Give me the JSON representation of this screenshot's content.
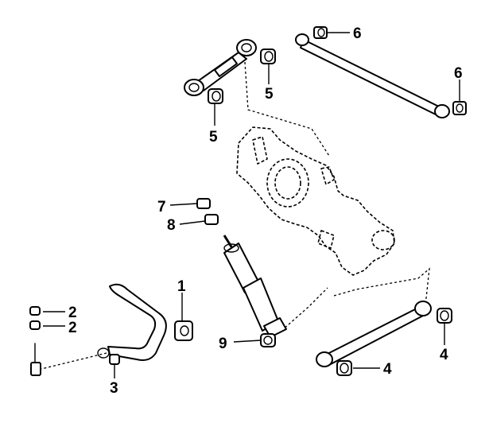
{
  "callouts": {
    "c1": "1",
    "c2a": "2",
    "c2b": "2",
    "c3": "3",
    "c4a": "4",
    "c4b": "4",
    "c5a": "5",
    "c5b": "5",
    "c6a": "6",
    "c6b": "6",
    "c7": "7",
    "c8": "8",
    "c9": "9"
  }
}
